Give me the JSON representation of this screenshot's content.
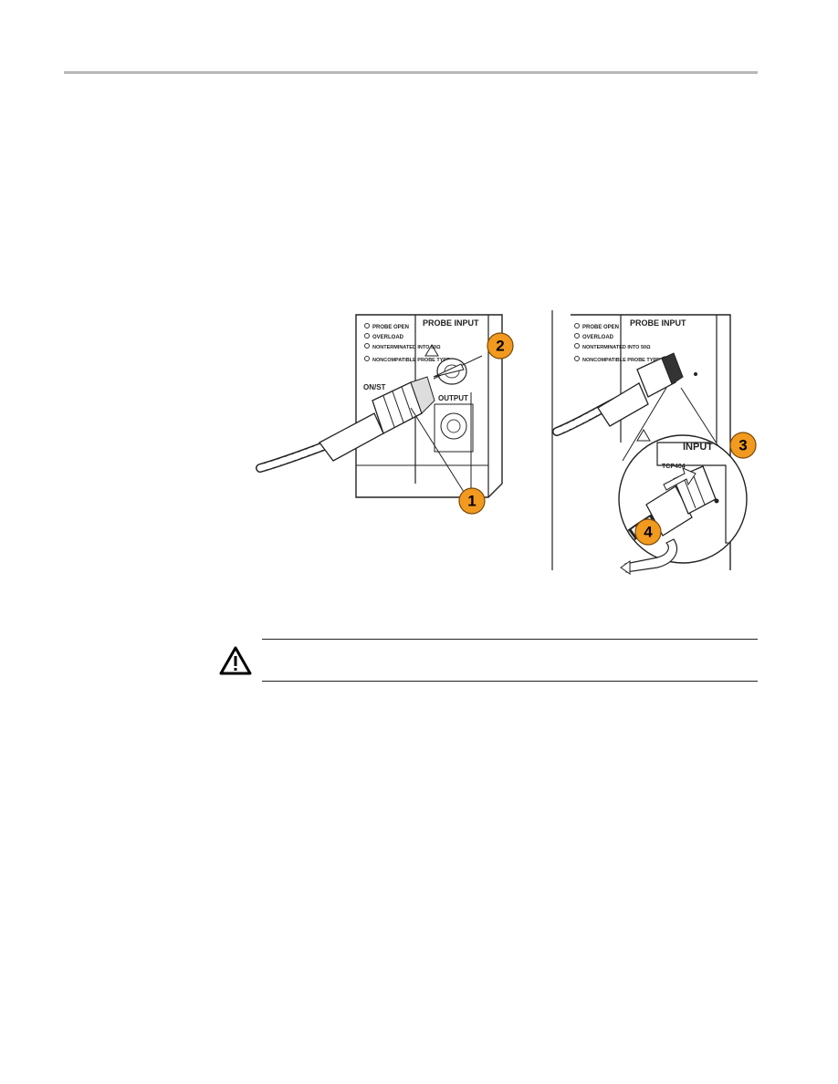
{
  "figure": {
    "left_panel": {
      "labels": [
        "PROBE OPEN",
        "OVERLOAD",
        "NONTERMINATED INTO 50Ω",
        "NONCOMPATIBLE PROBE TYPE"
      ],
      "probe_input": "PROBE INPUT",
      "on_standby": "ON/ST",
      "output": "OUTPUT"
    },
    "right_panel": {
      "labels": [
        "PROBE OPEN",
        "OVERLOAD",
        "NONTERMINATED INTO 50Ω",
        "NONCOMPATIBLE PROBE TYPE"
      ],
      "probe_input": "PROBE INPUT",
      "inset_input": "INPUT",
      "inset_model": "TCP404"
    },
    "callouts": [
      "1",
      "2",
      "3",
      "4"
    ]
  },
  "caution": {
    "icon": "warning-triangle-icon"
  }
}
